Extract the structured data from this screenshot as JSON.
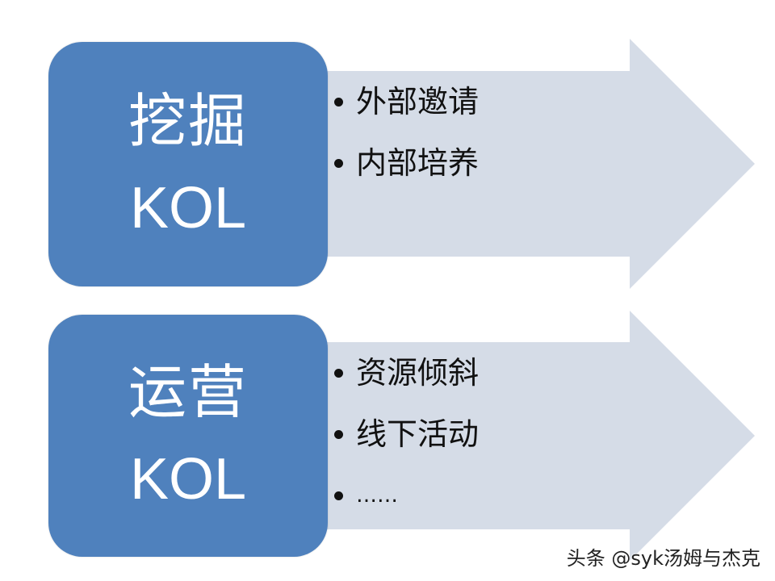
{
  "colors": {
    "box_fill": "#4f81bd",
    "arrow_fill": "#d5dce7",
    "box_text": "#ffffff",
    "list_text": "#111111"
  },
  "rows": [
    {
      "title_line1": "挖掘",
      "title_line2": "KOL",
      "items": [
        "外部邀请",
        "内部培养"
      ]
    },
    {
      "title_line1": "运营",
      "title_line2": "KOL",
      "items": [
        "资源倾斜",
        "线下活动",
        "……"
      ]
    }
  ],
  "watermark": "头条 @syk汤姆与杰克"
}
